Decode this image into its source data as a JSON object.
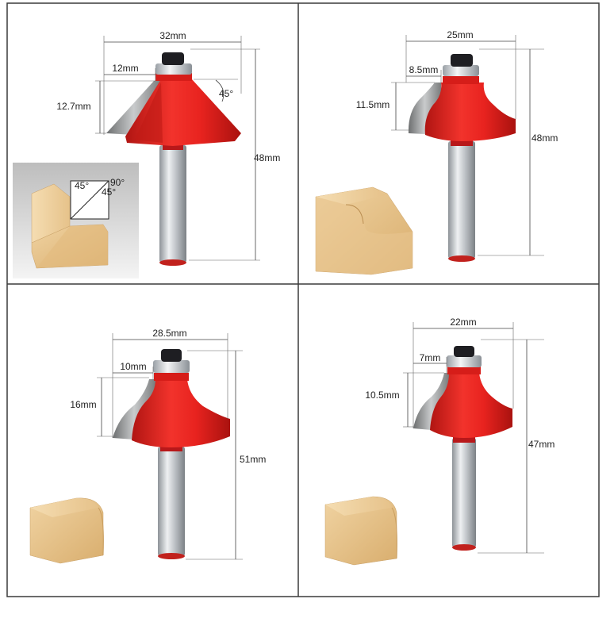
{
  "colors": {
    "cutter_red": "#e8231f",
    "cutter_red_dark": "#b01512",
    "shank_silver": "#c4c8cc",
    "blade_grey": "#8a8c8c",
    "wood": "#e8c690",
    "bearing_black": "#1e1e22",
    "frame": "#3a3a3a"
  },
  "panels": [
    {
      "label_width": "32mm",
      "label_cut": "12mm",
      "label_cut_height": "12.7mm",
      "label_angle": "45°",
      "label_length": "48mm",
      "inset": {
        "angle_top": "45°",
        "angle_right": "90°",
        "angle_bottom": "45°"
      }
    },
    {
      "label_width": "25mm",
      "label_cut": "8.5mm",
      "label_cut_height": "11.5mm",
      "label_length": "48mm"
    },
    {
      "label_width": "28.5mm",
      "label_cut": "10mm",
      "label_cut_height": "16mm",
      "label_length": "51mm"
    },
    {
      "label_width": "22mm",
      "label_cut": "7mm",
      "label_cut_height": "10.5mm",
      "label_length": "47mm"
    }
  ]
}
